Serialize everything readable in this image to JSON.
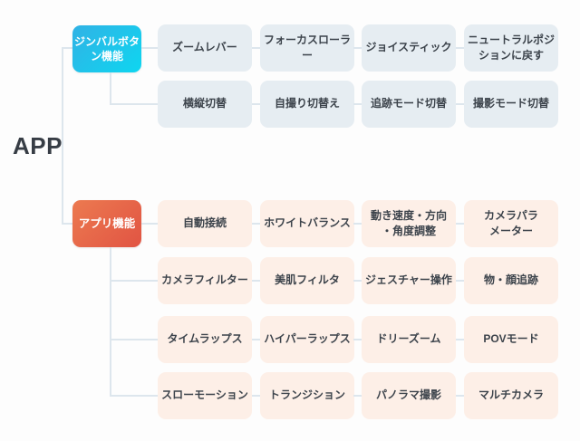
{
  "root": {
    "label": "APP"
  },
  "colors": {
    "background": "#fdfdfd",
    "connector": "#dde6ed",
    "root_text": "#373d45",
    "child_text": "#3c434b",
    "gimbal_node_gradient_start": "#31b2e5",
    "gimbal_node_gradient_end": "#0ed6f0",
    "app_node_gradient_start": "#ec7a50",
    "app_node_gradient_end": "#e15443",
    "gimbal_child_bg": "#e6edf2",
    "app_child_bg": "#fdefe7"
  },
  "branches": [
    {
      "label": "ジンバルボタン機能",
      "label_display": "ジンバルボタ\nン機能",
      "rows": [
        [
          "ズームレバー",
          "フォーカスローラー",
          "ジョイスティック",
          "ニュートラルポジ\nションに戻す"
        ],
        [
          "横縦切替",
          "自撮り切替え",
          "追跡モード切替",
          "撮影モード切替"
        ]
      ]
    },
    {
      "label": "アプリ機能",
      "label_display": "アプリ機能",
      "rows": [
        [
          "自動接続",
          "ホワイトバランス",
          "動き速度・方向\n・角度調整",
          "カメラパラ\nメーター"
        ],
        [
          "カメラフィルター",
          "美肌フィルタ",
          "ジェスチャー操作",
          "物・顔追跡"
        ],
        [
          "タイムラップス",
          "ハイパーラップス",
          "ドリーズーム",
          "POVモード"
        ],
        [
          "スローモーション",
          "トランジション",
          "パノラマ撮影",
          "マルチカメラ"
        ]
      ]
    }
  ]
}
